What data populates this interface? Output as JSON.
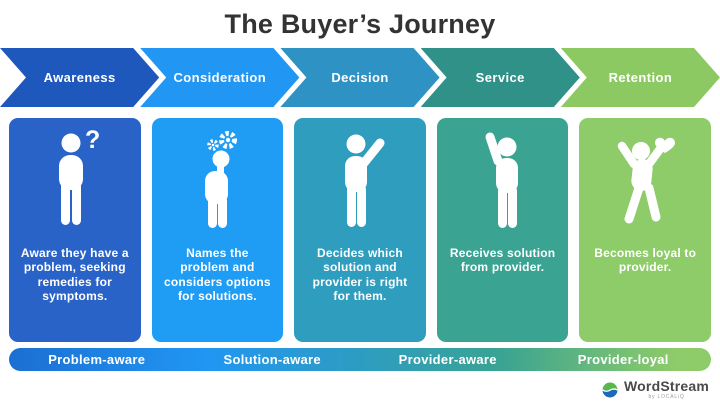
{
  "title": "The Buyer’s Journey",
  "stages": [
    {
      "label": "Awareness",
      "arrow_color": "#1f58bd",
      "card_color": "#2a63c8",
      "icon": "person-question-icon",
      "description": {
        "pre": "Aware they have ",
        "bold": "a",
        "post": " problem, seeking remedies for symptoms."
      }
    },
    {
      "label": "Consideration",
      "arrow_color": "#2196f3",
      "card_color": "#1f9cf4",
      "icon": "person-thinking-gears-icon",
      "description": {
        "pre": "Names ",
        "bold": "the",
        "post": " problem and considers options for solutions."
      }
    },
    {
      "label": "Decision",
      "arrow_color": "#2e93c4",
      "card_color": "#2f9dbd",
      "icon": "person-pointing-icon",
      "description": {
        "pre": "Decides which solution and provider is right for them.",
        "bold": "",
        "post": ""
      }
    },
    {
      "label": "Service",
      "arrow_color": "#2f9187",
      "card_color": "#3aa392",
      "icon": "person-arm-raised-icon",
      "description": {
        "pre": "Receives solution from provider.",
        "bold": "",
        "post": ""
      }
    },
    {
      "label": "Retention",
      "arrow_color": "#8dc963",
      "card_color": "#8ecb69",
      "icon": "person-celebrating-heart-icon",
      "description": {
        "pre": "Becomes loyal to provider.",
        "bold": "",
        "post": ""
      }
    }
  ],
  "footer_bar": {
    "labels": [
      "Problem-aware",
      "Solution-aware",
      "Provider-aware",
      "Provider-loyal"
    ],
    "gradient": [
      "#1b6fd2",
      "#2196f3",
      "#2f9dbd",
      "#3aa392",
      "#8ecb69"
    ]
  },
  "logo": {
    "name": "WordStream",
    "tagline": "by LOCALiQ",
    "globe_green": "#57b947",
    "globe_blue": "#1b6cb5"
  }
}
